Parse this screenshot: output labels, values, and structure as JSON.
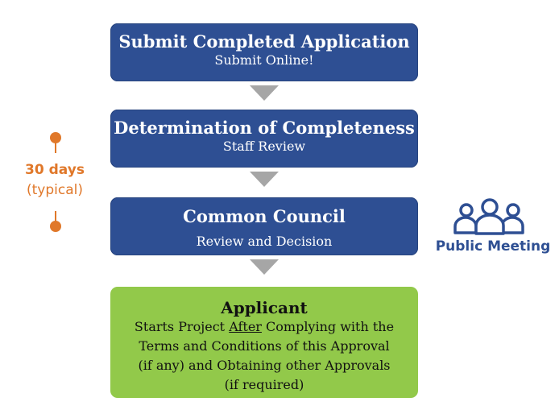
{
  "steps": [
    {
      "title": "Submit Completed Application",
      "subtitle": "Submit Online!"
    },
    {
      "title": "Determination of Completeness",
      "subtitle": "Staff Review"
    },
    {
      "title": "Common Council",
      "subtitle": "Review and Decision"
    }
  ],
  "final_step": {
    "title": "Applicant",
    "line1_before": "Starts Project ",
    "line1_underlined": "After",
    "line1_after": " Complying with the",
    "line2": "Terms and Conditions of this Approval",
    "line3": "(if any) and Obtaining other Approvals",
    "line4": "(if required)"
  },
  "timeline": {
    "duration": "30 days",
    "note": "(typical)"
  },
  "public_meeting": {
    "label": "Public Meeting",
    "icon": "people-group-icon"
  },
  "colors": {
    "step_blue": "#2e4f93",
    "final_green": "#92c94a",
    "arrow_gray": "#a6a6a6",
    "timeline_orange": "#e0782a"
  }
}
